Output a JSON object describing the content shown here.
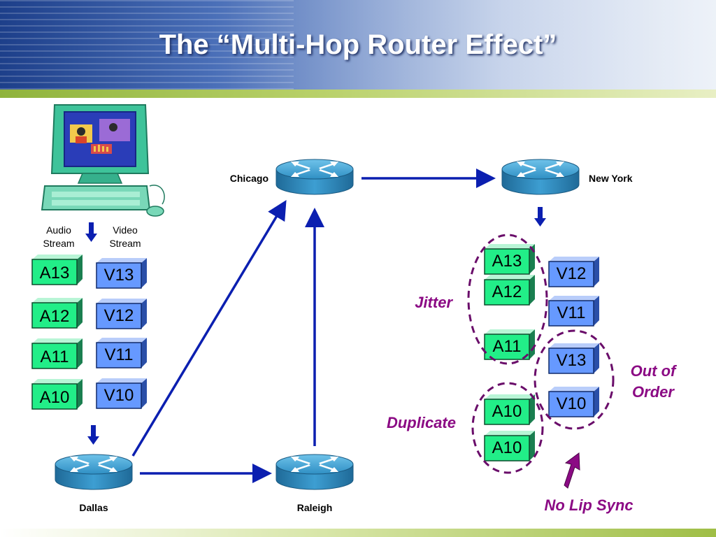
{
  "title": "The “Multi-Hop Router Effect”",
  "routers": {
    "chicago": "Chicago",
    "new_york": "New York",
    "dallas": "Dallas",
    "raleigh": "Raleigh"
  },
  "streams": {
    "audio": [
      "Audio",
      "Stream"
    ],
    "video": [
      "Video",
      "Stream"
    ]
  },
  "source_packets": {
    "audio": [
      "A13",
      "A12",
      "A11",
      "A10"
    ],
    "video": [
      "V13",
      "V12",
      "V11",
      "V10"
    ]
  },
  "received_packets": {
    "audio": [
      "A13",
      "A12",
      "A11",
      "A10",
      "A10"
    ],
    "video": [
      "V12",
      "V11",
      "V13",
      "V10"
    ]
  },
  "annotations": {
    "jitter": "Jitter",
    "out_of_order": [
      "Out of",
      "Order"
    ],
    "duplicate": "Duplicate",
    "no_lip_sync": "No Lip Sync"
  },
  "colors": {
    "audio_packet": "#22ee88",
    "video_packet": "#6699ff",
    "arrow": "#0b1fb0",
    "annotation": "#8b0a84",
    "router": "#3c9fd0"
  }
}
